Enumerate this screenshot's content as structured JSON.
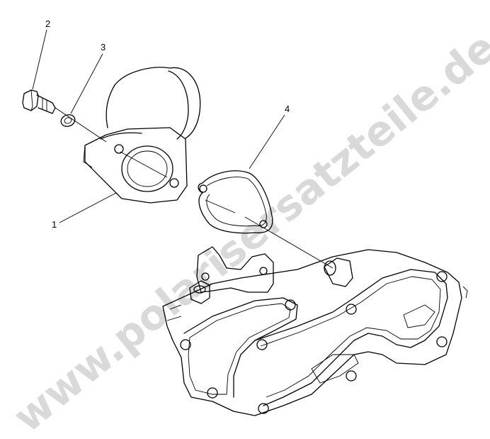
{
  "watermark": "www.polarisersatzteile.de",
  "callouts": {
    "c1": "1",
    "c2": "2",
    "c3": "3",
    "c4": "4"
  }
}
